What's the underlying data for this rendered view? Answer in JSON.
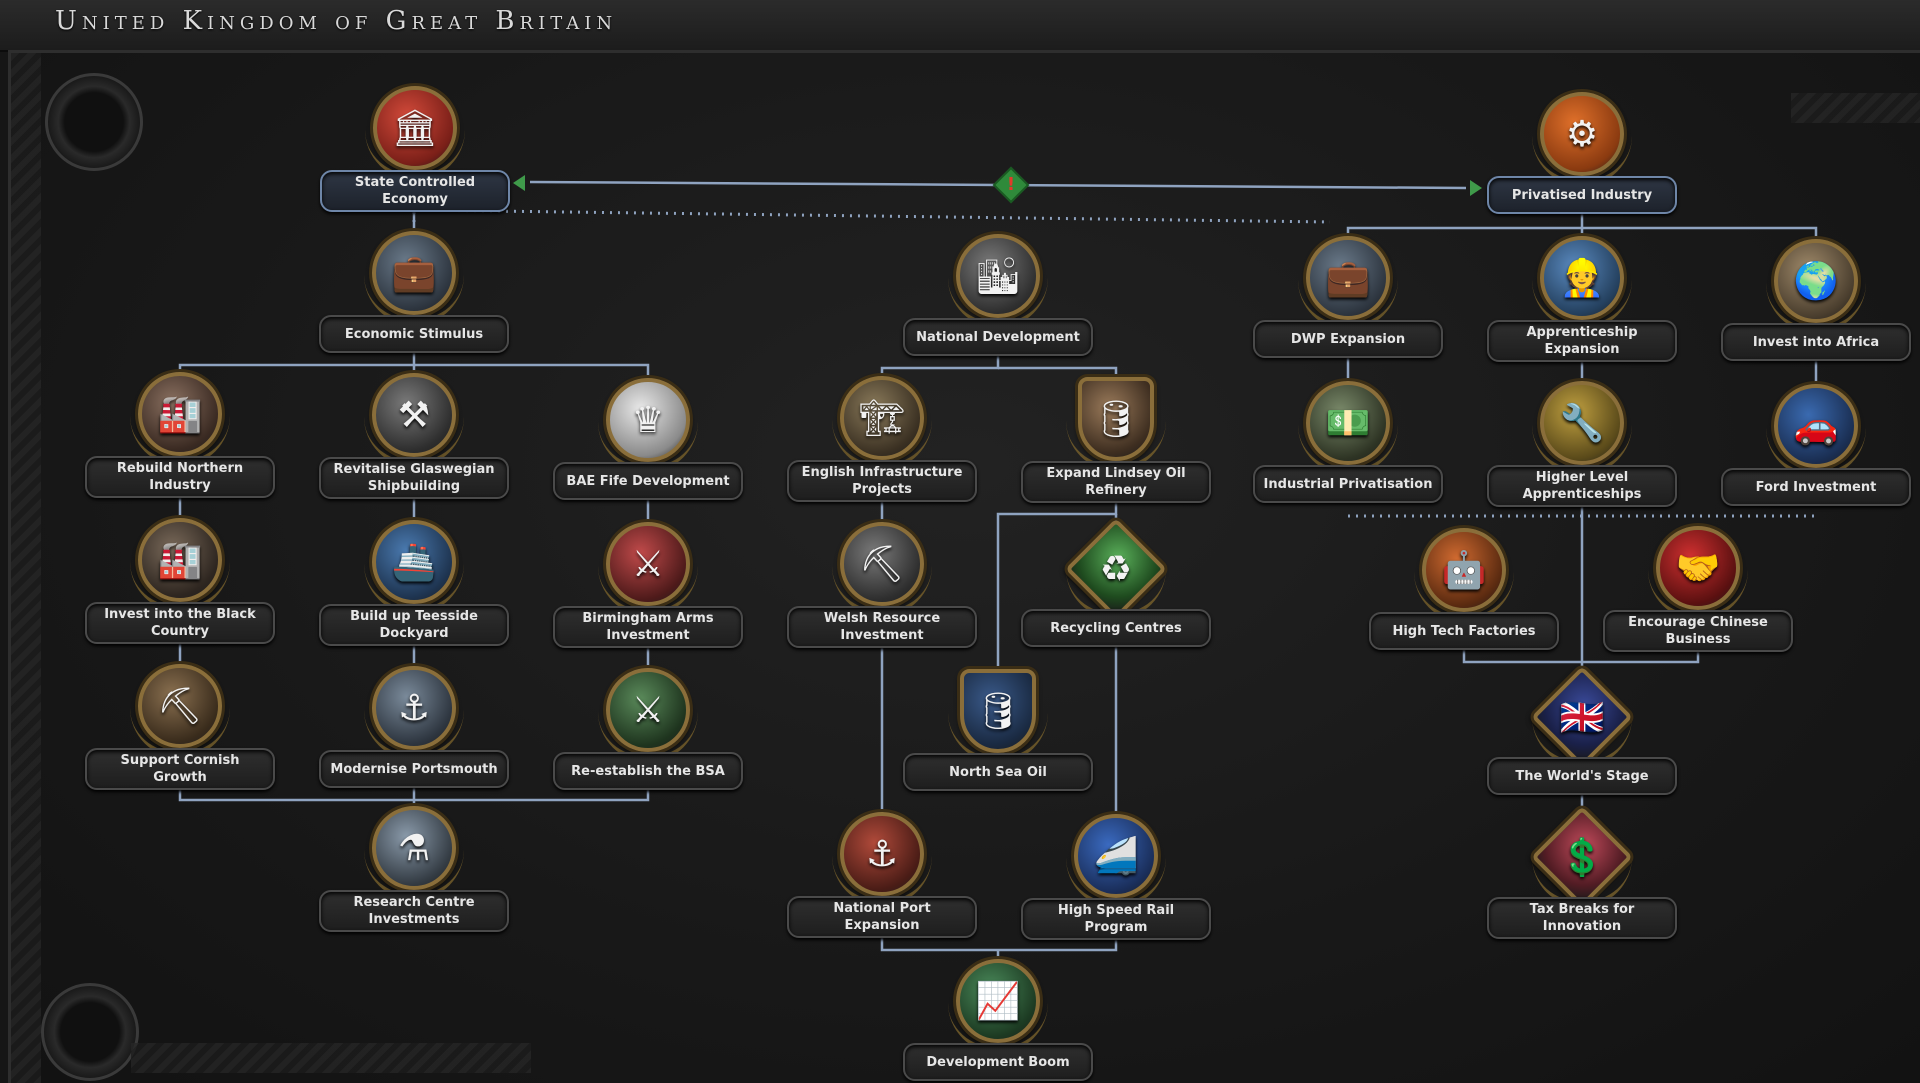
{
  "window": {
    "title": "United Kingdom of Great Britain"
  },
  "colors": {
    "line": "#8fa3c0",
    "label_text": "#e6e6e6",
    "exclusive_arrow": "#3f9a4a",
    "warning": "#e23a2a"
  },
  "exclusive": {
    "warning_icon": "exclamation-icon",
    "warning_glyph": "!"
  },
  "focuses": [
    {
      "id": "state",
      "label": "State Controlled Economy",
      "icon": "government-building-icon",
      "glyph": "🏛",
      "c1": "#d34a3a",
      "c2": "#7a1f18",
      "blue": true
    },
    {
      "id": "priv",
      "label": "Privatised Industry",
      "icon": "privatisation-badge-icon",
      "glyph": "⚙",
      "c1": "#e0702a",
      "c2": "#8a3a10",
      "blue": true
    },
    {
      "id": "stim",
      "label": "Economic Stimulus",
      "icon": "briefcase-handshake-icon",
      "glyph": "💼",
      "c1": "#6a7a8a",
      "c2": "#2e3640"
    },
    {
      "id": "natdev",
      "label": "National Development",
      "icon": "city-skyline-icon",
      "glyph": "🏙",
      "c1": "#7a7a7a",
      "c2": "#303030"
    },
    {
      "id": "dwp",
      "label": "DWP Expansion",
      "icon": "briefcase-handshake-icon",
      "glyph": "💼",
      "c1": "#6a7a8a",
      "c2": "#2e3640"
    },
    {
      "id": "appr",
      "label": "Apprenticeship Expansion",
      "icon": "workers-icon",
      "glyph": "👷",
      "c1": "#5a8ac0",
      "c2": "#24405e"
    },
    {
      "id": "africa",
      "label": "Invest into Africa",
      "icon": "africa-map-icon",
      "glyph": "🌍",
      "c1": "#a08a6a",
      "c2": "#4a3e2e"
    },
    {
      "id": "north",
      "label": "Rebuild Northern Industry",
      "icon": "factory-icon",
      "glyph": "🏭",
      "c1": "#8a7060",
      "c2": "#3a2a22"
    },
    {
      "id": "glas",
      "label": "Revitalise Glaswegian Shipbuilding",
      "icon": "crossed-hammers-icon",
      "glyph": "⚒",
      "c1": "#7a7a7a",
      "c2": "#2e2e2e"
    },
    {
      "id": "bae",
      "label": "BAE Fife Development",
      "icon": "royal-arms-seal-icon",
      "glyph": "♛",
      "c1": "#e8e8e8",
      "c2": "#8a8a8a"
    },
    {
      "id": "eng",
      "label": "English Infrastructure Projects",
      "icon": "construction-icon",
      "glyph": "🏗",
      "c1": "#8a7a5a",
      "c2": "#3a3022"
    },
    {
      "id": "lindsey",
      "label": "Expand Lindsey Oil Refinery",
      "icon": "oil-refinery-icon",
      "glyph": "🛢",
      "c1": "#9a7a5a",
      "c2": "#3e2e20"
    },
    {
      "id": "indpriv",
      "label": "Industrial Privatisation",
      "icon": "money-stack-icon",
      "glyph": "💵",
      "c1": "#7a8a6a",
      "c2": "#2e3424"
    },
    {
      "id": "higher",
      "label": "Higher Level Apprenticeships",
      "icon": "engineer-icon",
      "glyph": "🔧",
      "c1": "#c0a040",
      "c2": "#5a4a1a"
    },
    {
      "id": "ford",
      "label": "Ford Investment",
      "icon": "ford-logo-icon",
      "glyph": "🚗",
      "c1": "#3a6ab0",
      "c2": "#1a2e52"
    },
    {
      "id": "black",
      "label": "Invest into the Black Country",
      "icon": "factory-icon",
      "glyph": "🏭",
      "c1": "#7a6a5a",
      "c2": "#2e2620"
    },
    {
      "id": "tees",
      "label": "Build up Teesside Dockyard",
      "icon": "shipyard-crane-icon",
      "glyph": "🚢",
      "c1": "#4a7ab0",
      "c2": "#1e3450"
    },
    {
      "id": "birm",
      "label": "Birmingham Arms Investment",
      "icon": "tank-icon",
      "glyph": "⚔",
      "c1": "#c04a4a",
      "c2": "#4e1a1a"
    },
    {
      "id": "welsh",
      "label": "Welsh Resource Investment",
      "icon": "crossed-pickaxes-icon",
      "glyph": "⛏",
      "c1": "#7a7a7a",
      "c2": "#2e2e2e"
    },
    {
      "id": "recyc",
      "label": "Recycling Centres",
      "icon": "recycling-icon",
      "glyph": "♻",
      "c1": "#5ab05a",
      "c2": "#1e4a1e"
    },
    {
      "id": "hightech",
      "label": "High Tech Factories",
      "icon": "robot-arm-icon",
      "glyph": "🤖",
      "c1": "#d06a30",
      "c2": "#5a2a10"
    },
    {
      "id": "chinese",
      "label": "Encourage Chinese Business",
      "icon": "china-handshake-icon",
      "glyph": "🤝",
      "c1": "#d03030",
      "c2": "#5a1010"
    },
    {
      "id": "cornish",
      "label": "Support Cornish Growth",
      "icon": "mining-cart-icon",
      "glyph": "⛏",
      "c1": "#8a7050",
      "c2": "#3a2c1c"
    },
    {
      "id": "ports",
      "label": "Modernise Portsmouth",
      "icon": "naval-anchor-icon",
      "glyph": "⚓",
      "c1": "#7a8a9a",
      "c2": "#2e3640"
    },
    {
      "id": "bsa",
      "label": "Re-establish the BSA",
      "icon": "crossed-rifles-icon",
      "glyph": "⚔",
      "c1": "#5a8a5a",
      "c2": "#1e341e"
    },
    {
      "id": "nsoil",
      "label": "North Sea Oil",
      "icon": "oil-rig-shield-icon",
      "glyph": "🛢",
      "c1": "#3a5a8a",
      "c2": "#1a2a42"
    },
    {
      "id": "world",
      "label": "The World's Stage",
      "icon": "union-jack-icon",
      "glyph": "🇬🇧",
      "c1": "#3a4a9a",
      "c2": "#1a2048"
    },
    {
      "id": "research",
      "label": "Research Centre Investments",
      "icon": "laboratory-flask-icon",
      "glyph": "⚗",
      "c1": "#8a9aaa",
      "c2": "#343c44"
    },
    {
      "id": "port",
      "label": "National Port Expansion",
      "icon": "cargo-port-icon",
      "glyph": "⚓",
      "c1": "#b04a3a",
      "c2": "#4a1c16"
    },
    {
      "id": "rail",
      "label": "High Speed Rail Program",
      "icon": "high-speed-train-icon",
      "glyph": "🚄",
      "c1": "#3a6ac0",
      "c2": "#1a2e5a"
    },
    {
      "id": "tax",
      "label": "Tax Breaks for Innovation",
      "icon": "taxes-sign-icon",
      "glyph": "💲",
      "c1": "#c04a5a",
      "c2": "#521c24"
    },
    {
      "id": "boom",
      "label": "Development Boom",
      "icon": "rising-graph-icon",
      "glyph": "📈",
      "c1": "#4a8a5a",
      "c2": "#1c3a22"
    }
  ]
}
